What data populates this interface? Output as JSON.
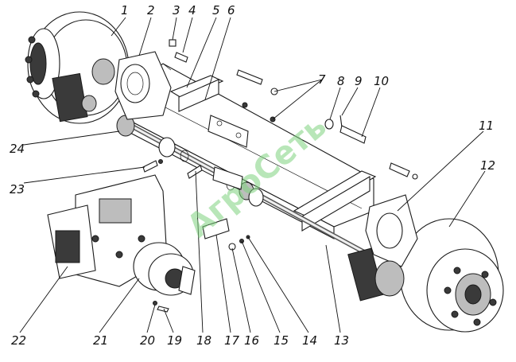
{
  "watermark": {
    "text": "АгроСеть"
  },
  "callouts": [
    "1",
    "2",
    "3",
    "4",
    "5",
    "6",
    "7",
    "8",
    "9",
    "10",
    "11",
    "12",
    "13",
    "14",
    "15",
    "16",
    "17",
    "18",
    "19",
    "20",
    "21",
    "22",
    "23",
    "24"
  ]
}
